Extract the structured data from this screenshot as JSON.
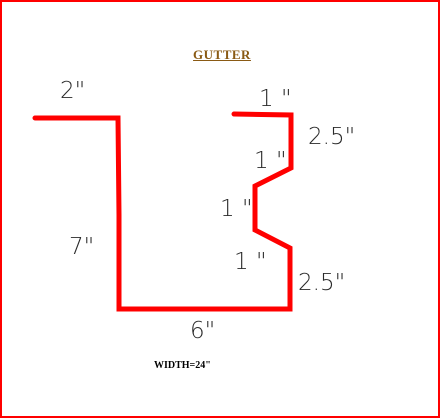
{
  "title": "GUTTER",
  "dimensions": {
    "top_left_flange": "2\"",
    "left_wall": "7\"",
    "bottom": "6\"",
    "top_right_lip": "1 \"",
    "right_upper_wall": "2.5\"",
    "right_upper_step": "1 \"",
    "right_middle": "1 \"",
    "right_lower_step": "1 \"",
    "right_lower_wall": "2.5\""
  },
  "width_note": "WIDTH=24\"",
  "colors": {
    "profile_line": "#ff0000",
    "border": "#ff0000",
    "title": "#8a5a14",
    "labels": "#2a2a2a"
  }
}
